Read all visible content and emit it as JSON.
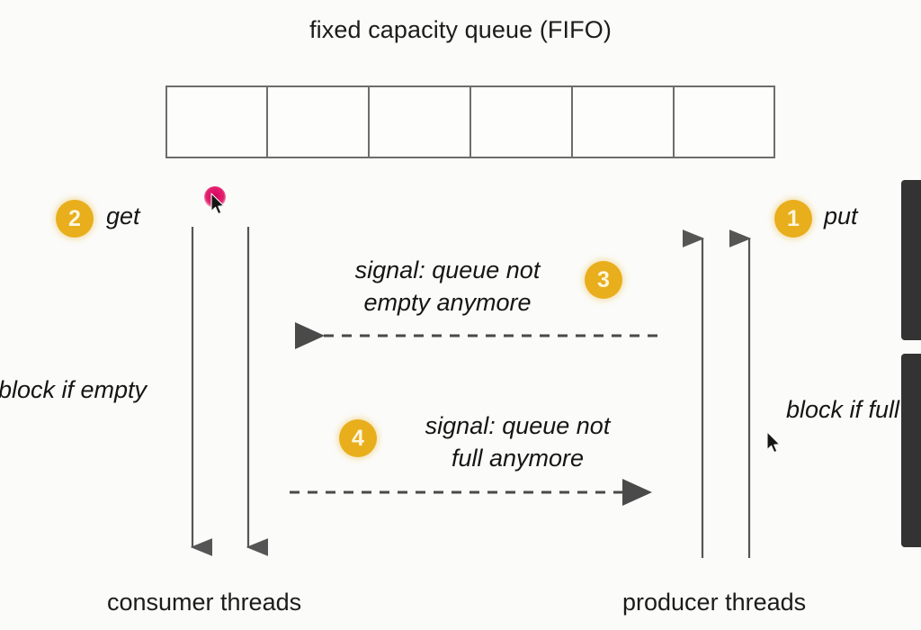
{
  "diagram": {
    "title": "fixed capacity queue (FIFO)",
    "queue": {
      "cells": [
        "",
        "",
        "",
        "",
        "",
        ""
      ],
      "cell_count": 6,
      "border_color": "#6d6d6d"
    },
    "badges": [
      {
        "id": "badge-1",
        "number": "1",
        "label": "put",
        "color": "#e8ae1c"
      },
      {
        "id": "badge-2",
        "number": "2",
        "label": "get",
        "color": "#e8ae1c"
      },
      {
        "id": "badge-3",
        "number": "3",
        "label": "signal: queue not empty anymore",
        "color": "#e8ae1c"
      },
      {
        "id": "badge-4",
        "number": "4",
        "label": "signal: queue not full anymore",
        "color": "#e8ae1c"
      }
    ],
    "labels": {
      "get": "get",
      "put": "put",
      "block_if_empty": "block if empty",
      "block_if_full": "block if full",
      "signal_not_empty": "signal: queue not\nempty anymore",
      "signal_not_full": "signal: queue not\nfull anymore",
      "consumer_threads": "consumer threads",
      "producer_threads": "producer threads"
    },
    "arrows": [
      {
        "name": "consumer-thread-arrow-left",
        "direction": "down",
        "style": "solid",
        "color": "#555555"
      },
      {
        "name": "consumer-thread-arrow-right",
        "direction": "down",
        "style": "solid",
        "color": "#555555"
      },
      {
        "name": "producer-thread-arrow-left",
        "direction": "up",
        "style": "solid",
        "color": "#555555"
      },
      {
        "name": "producer-thread-arrow-right",
        "direction": "up",
        "style": "solid",
        "color": "#555555"
      },
      {
        "name": "signal-not-empty-arrow",
        "direction": "left",
        "style": "dashed",
        "color": "#4a4a4a"
      },
      {
        "name": "signal-not-full-arrow",
        "direction": "right",
        "style": "dashed",
        "color": "#4a4a4a"
      }
    ]
  },
  "overlay": {
    "cursor_primary": "mouse-pointer",
    "cursor_secondary": "mouse-pointer",
    "click_highlight_color": "#e4216f",
    "edge_panel_color": "#333333"
  }
}
